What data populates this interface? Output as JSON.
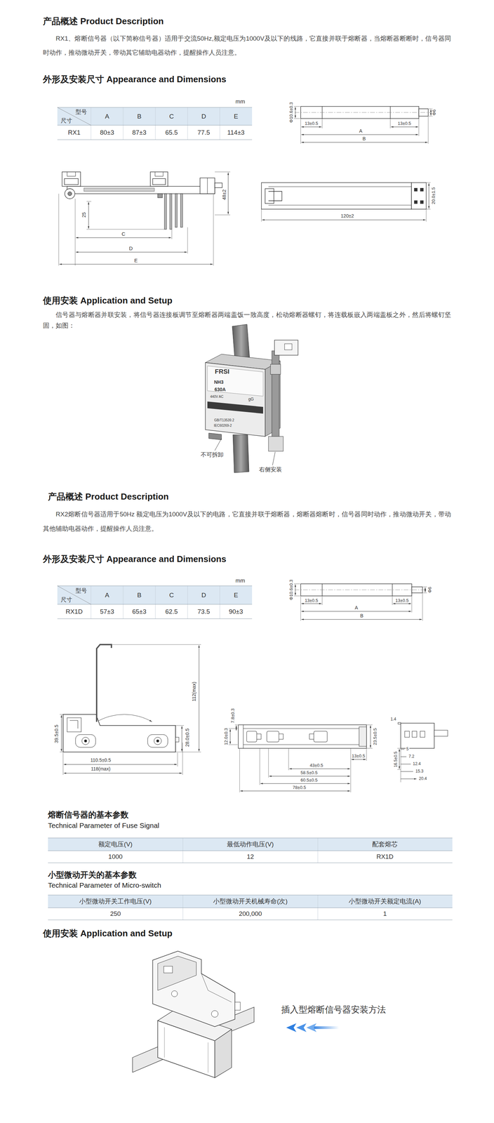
{
  "diagram": {
    "labels": [
      "产品概述 Product Description",
      "RX1、熔断信号器（以下简称信号器）适用于交流50Hz,额定电压为1000V及以下的线路，它直接并联于熔断器，当熔断器断断时，信号器同时动作，推动微动开关，带动其它辅助电器动作，提醒操作人员注意。",
      "外形及安装尺寸 Appearance and Dimensions",
      "mm",
      "型号",
      "尺寸",
      "A",
      "B",
      "C",
      "D",
      "E",
      "RX1",
      "80±3",
      "87±3",
      "65.5",
      "77.5",
      "114±3",
      "Φ10.6±0.3",
      "Φ6",
      "13±0.5",
      "A",
      "13±0.5",
      "B",
      "25",
      "48±2",
      "C",
      "D",
      "E",
      "20.0±1.5",
      "120±2",
      "使用安装 Application and Setup",
      "信号器与熔断器并联安装，将信号器连接板调节至熔断器两端盖饭一致高度，松动熔断器螺钉，将连载板嵌入两端盖板之外，然后将螺钉坚固，如图：",
      "FRSI",
      "NH3",
      "630A",
      "gG",
      "440V AC",
      "GB/T13539.2",
      "IEC60269-2",
      "不可拆卸",
      "右侧安装",
      "产品概述 Product Description",
      "RX2熔断信号器适用于50Hz 额定电压为1000V及以下的电路，它直接并联于熔断器，熔断器熔断时，信号器同时动作，推动微动开关，带动其他辅助电器动作，提醒操作人员注意。",
      "外形及安装尺寸 Appearance and Dimensions",
      "mm",
      "型号",
      "尺寸",
      "A",
      "B",
      "C",
      "D",
      "E",
      "RX1D",
      "57±3",
      "65±3",
      "62.5",
      "73.5",
      "90±3",
      "Φ10.6±0.3",
      "Φ6",
      "13±0.5",
      "A",
      "13±0.5",
      "B",
      "112(max)",
      "39.5±0.5",
      "28.0±0.5",
      "110.5±0.5",
      "118(max)",
      "12.0±0.3",
      "7.8±0.3",
      "23.5±0.5",
      "13±0.5",
      "43±0.5",
      "58.5±0.5",
      "60.5±0.5",
      "78±0.5",
      "1.4",
      "16.5±0.5",
      "5",
      "7.2",
      "12.4",
      "15.3",
      "20.4",
      "熔断信号器的基本参数",
      "Technical Parameter of Fuse Signal",
      "额定电压(V)",
      "最低动作电压(V)",
      "配套熔芯",
      "1000",
      "12",
      "RX1D",
      "小型微动开关的基本参数",
      "Technical Parameter of Micro-switch",
      "小型微动开关工作电压(V)",
      "小型微动开关机械寿命(次)",
      "小型微动开关额定电流(A)",
      "250",
      "200,000",
      "1",
      "使用安装 Application and Setup",
      "插入型熔断信号器安装方法"
    ]
  }
}
